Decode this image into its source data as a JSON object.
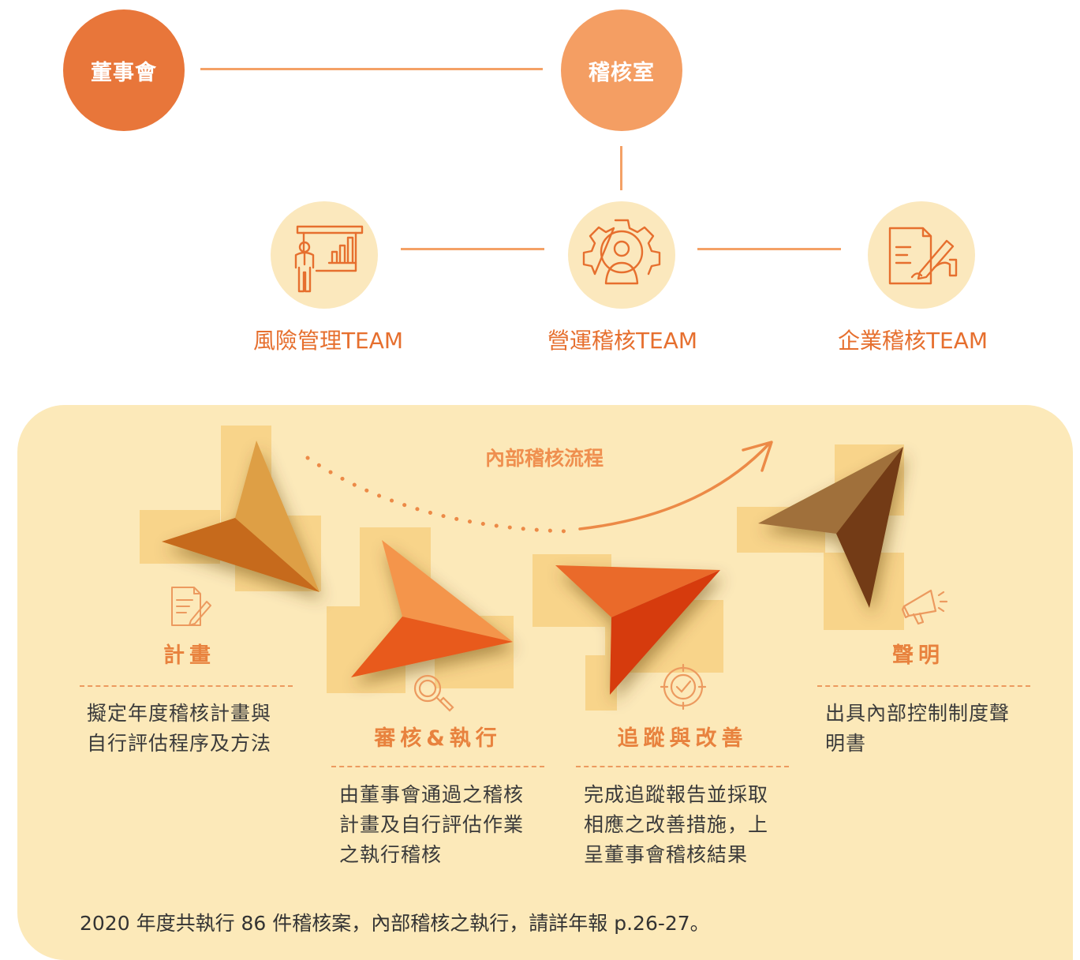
{
  "org": {
    "board": {
      "label": "董事會",
      "color": "#e8763a"
    },
    "audit_office": {
      "label": "稽核室",
      "color": "#f49e63"
    },
    "teams": [
      {
        "label": "風險管理TEAM",
        "icon": "presentation-chart-icon"
      },
      {
        "label": "營運稽核TEAM",
        "icon": "gear-person-icon"
      },
      {
        "label": "企業稽核TEAM",
        "icon": "document-sign-icon"
      }
    ]
  },
  "process": {
    "title": "內部稽核流程",
    "steps": [
      {
        "title": "計畫",
        "icon": "document-pen-icon",
        "desc": "擬定年度稽核計畫與\n自行評估程序及方法"
      },
      {
        "title": "審核&執行",
        "icon": "magnifier-icon",
        "desc": "由董事會通過之稽核\n計畫及自行評估作業\n之執行稽核"
      },
      {
        "title": "追蹤與改善",
        "icon": "target-check-icon",
        "desc": "完成追蹤報告並採取\n相應之改善措施，上\n呈董事會稽核結果"
      },
      {
        "title": "聲明",
        "icon": "megaphone-icon",
        "desc": "出具內部控制制度聲\n明書"
      }
    ]
  },
  "footer": {
    "text": "2020 年度共執行 86 件稽核案，內部稽核之執行，請詳年報 p.26-27。"
  },
  "colors": {
    "accent": "#e8763a",
    "panel": "#fce9b9",
    "line": "#f4a166"
  }
}
